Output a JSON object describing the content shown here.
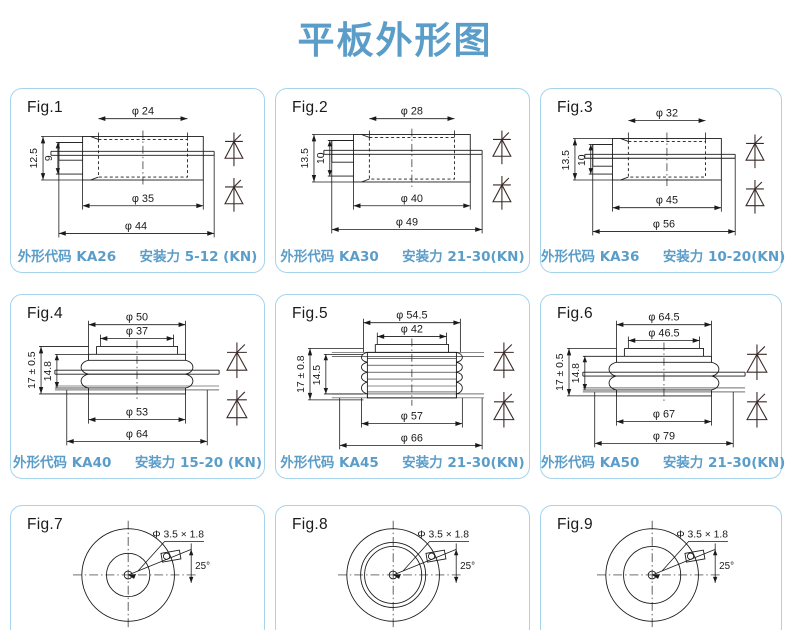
{
  "title": "平板外形图",
  "colors": {
    "title": "#5b9dc9",
    "panel_border": "#a6d4ec",
    "caption": "#5b9dc9",
    "line": "#1a1a1a",
    "background": "#ffffff"
  },
  "caption_labels": {
    "code_prefix": "外形代码",
    "force_prefix": "安装力"
  },
  "figures": [
    {
      "id": "fig1",
      "label": "Fig.1",
      "code": "KA26",
      "force": "5-12 (KN)",
      "type": "flat-profile",
      "dims": {
        "top": "φ 24",
        "left_outer": "12.5",
        "left_inner": "9",
        "mid": "φ 35",
        "bottom": "φ 44"
      },
      "symbols": [
        "thyristor",
        "thyristor"
      ]
    },
    {
      "id": "fig2",
      "label": "Fig.2",
      "code": "KA30",
      "force": "21-30(KN)",
      "type": "flat-profile",
      "dims": {
        "top": "φ 28",
        "left_outer": "13.5",
        "left_inner": "10",
        "mid": "φ 40",
        "bottom": "φ 49"
      },
      "symbols": [
        "thyristor",
        "thyristor"
      ]
    },
    {
      "id": "fig3",
      "label": "Fig.3",
      "code": "KA36",
      "force": "10-20(KN)",
      "type": "flat-profile",
      "dims": {
        "top": "φ 32",
        "left_outer": "13.5",
        "left_inner": "10",
        "mid": "φ 45",
        "bottom": "φ 56"
      },
      "symbols": [
        "thyristor",
        "thyristor"
      ]
    },
    {
      "id": "fig4",
      "label": "Fig.4",
      "code": "KA40",
      "force": "15-20 (KN)",
      "type": "wavy-profile",
      "dims": {
        "top": "φ 50",
        "top2": "φ 37",
        "left_outer": "17 ± 0.5",
        "left_inner": "14.8",
        "mid": "φ 53",
        "bottom": "φ 64"
      },
      "symbols": [
        "thyristor",
        "thyristor"
      ]
    },
    {
      "id": "fig5",
      "label": "Fig.5",
      "code": "KA45",
      "force": "21-30(KN)",
      "type": "ribbed-profile",
      "dims": {
        "top": "φ 54.5",
        "top2": "φ 42",
        "left_outer": "17 ± 0.8",
        "left_inner": "14.5",
        "mid": "φ 57",
        "bottom": "φ 66"
      },
      "symbols": [
        "thyristor",
        "thyristor"
      ]
    },
    {
      "id": "fig6",
      "label": "Fig.6",
      "code": "KA50",
      "force": "21-30(KN)",
      "type": "wavy-profile",
      "dims": {
        "top": "φ 64.5",
        "top2": "φ 46.5",
        "left_outer": "17 ± 0.5",
        "left_inner": "14.8",
        "mid": "φ 67",
        "bottom": "φ 79"
      },
      "symbols": [
        "thyristor",
        "thyristor"
      ]
    },
    {
      "id": "fig7",
      "label": "Fig.7",
      "type": "top-view",
      "rings": 2,
      "dims": {
        "hole": "Φ 3.5 × 1.8",
        "angle": "25°"
      }
    },
    {
      "id": "fig8",
      "label": "Fig.8",
      "type": "top-view",
      "rings": 3,
      "dims": {
        "hole": "Φ 3.5 × 1.8",
        "angle": "25°"
      }
    },
    {
      "id": "fig9",
      "label": "Fig.9",
      "type": "top-view",
      "rings": 2,
      "dims": {
        "hole": "Φ 3.5 × 1.8",
        "angle": "25°"
      }
    }
  ]
}
